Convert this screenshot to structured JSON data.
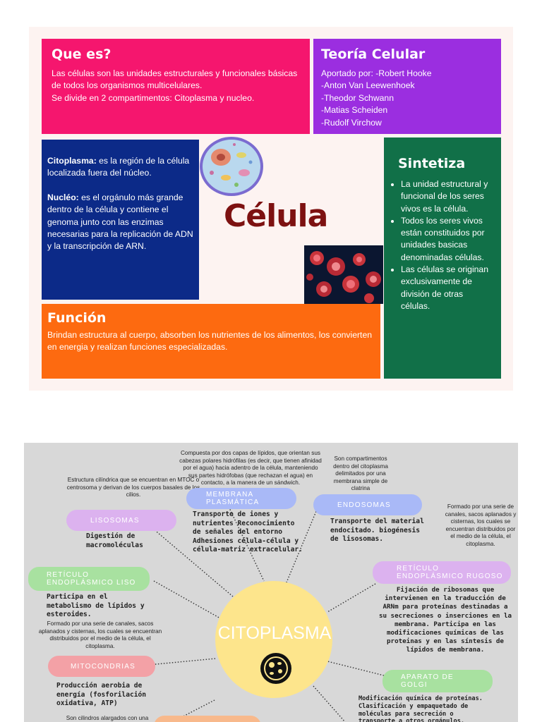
{
  "infographic": {
    "que_es": {
      "title": "Que es?",
      "body": "Las células son las unidades estructurales y funcionales básicas de todos los organismos multicelulares.\nSe divide en 2 compartimentos: Citoplasma y nucleo."
    },
    "teoria": {
      "title": "Teoría Celular",
      "body": "Aportado por: -Robert Hooke\n-Anton Van Leewenhoek\n-Theodor Schwann\n-Matias Scheiden\n-Rudolf Virchow"
    },
    "citoplasma": {
      "term1": "Citoplasma:",
      "def1": " es la región de la célula localizada fuera del núcleo.",
      "term2": "Nucléo:",
      "def2": " es el orgánulo más grande dentro de la célula y contiene el genoma junto con las enzimas necesarias para la replicación de ADN y la transcripción de ARN."
    },
    "center_title": "Célula",
    "sintetiza": {
      "title": "Sintetiza",
      "items": [
        "La unidad estructural y funcional de los seres vivos es la célula.",
        "Todos los seres vivos están constituidos por unidades basicas denominadas células.",
        "Las células se originan exclusivamente de división de otras células."
      ]
    },
    "funcion": {
      "title": "Función",
      "body": "Brindan estructura al cuerpo, absorben los nutrientes de los alimentos, los convierten en energia y realizan funciones especializadas."
    },
    "colors": {
      "pink": "#f5166e",
      "purple": "#9b2ee0",
      "blue": "#0c2a88",
      "green": "#117048",
      "orange": "#fd6a10",
      "title_red": "#7d1111"
    },
    "icons": [
      "animal-cell-icon",
      "microscope-cells-icon"
    ]
  },
  "mindmap": {
    "center": "CITOPLASMA",
    "center_icon": "cell-icon",
    "nodes": {
      "lisosomas": {
        "label": "LISOSOMAS",
        "note": "Estructura cilíndrica que se encuentran en MTOC o centrosoma y derivan de los cuerpos basales de los cilios.",
        "desc": "Digestión de\nmacromoléculas"
      },
      "membrana": {
        "label": "MEMBRANA\nPLASMÁTICA",
        "note": "Compuesta por dos capas de lípidos, que orientan sus cabezas polares hidrófilas (es decir, que tienen afinidad por el agua) hacia adentro de la célula, manteniendo sus partes hidrófobas (que rechazan el agua) en contacto, a la manera de un sándwich.",
        "desc": "Transporte de iones y\nnutrientes Reconocimiento\nde señales del entorno\nAdhesiones célula-célula y\ncélula-matriz extracelular."
      },
      "endosomas": {
        "label": "ENDOSOMAS",
        "note": "Son compartimentos dentro del citoplasma delimitados por una membrana simple de clatrina",
        "desc": "Transporte del material\nendocitado. biogénesis\nde lisosomas."
      },
      "reticulo_liso": {
        "label": "RETÍCULO\nENDOPLÁSMICO LISO",
        "desc": "Participa en el\nmetabolismo de lípidos y\nesteroides.",
        "note": "Formado por una serie de canales, sacos aplanados y cisternas, los cuales se encuentran distribuidos por el medio de la célula, el citoplasma."
      },
      "reticulo_rugoso": {
        "label": "RETÍCULO\nENDOPLÁSMICO RUGOSO",
        "note": "Formado por una serie de canales, sacos aplanados y cisternas, los cuales se encuentran distribuidos por el medio de la célula, el citoplasma.",
        "desc": "Fijación de ribosomas que\nintervienen en la traducción de\nARNm para proteínas destinadas a\nsu secreciones o inserciones en la\nmembrana. Participa en las\nmodificaciones químicas de las\nproteinas y en las síntesis de\nlípidos de membrana."
      },
      "mitocondrias": {
        "label": "MITOCONDRIAS",
        "desc": "Producción aerobia de\nenergía (fosforilación\noxidativa, ATP)",
        "note": "Son cilindros alargados con una"
      },
      "golgi": {
        "label": "APARATO DE\nGOLGI",
        "desc": "Modificación química de proteínas.\nClasificación y empaquetado de\nmoléculas para secreción o\ntransporte a otros orgánulos."
      }
    },
    "colors": {
      "purple_pill": "#dcb2ef",
      "blue_pill": "#a9b9f7",
      "green_pill": "#a8e1a0",
      "pink_pill": "#f3a1a6",
      "orange_pill": "#f8b98c",
      "center": "#fde58c",
      "background": "#d8d8d8"
    }
  }
}
